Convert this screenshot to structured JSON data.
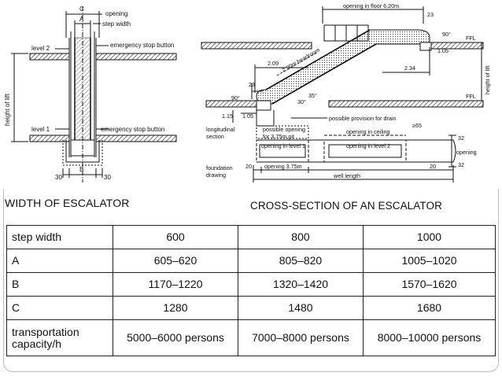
{
  "captions": {
    "left": "WIDTH OF ESCALATOR",
    "right": "CROSS-SECTION OF AN ESCALATOR"
  },
  "plan_drawing": {
    "labels": {
      "c": "C",
      "a": "A",
      "b": "B",
      "opening": "opening",
      "step_width": "step width",
      "level2": "level 2",
      "level1": "level 1",
      "emergency_top": "emergency stop button",
      "emergency_bottom": "emergency stop button",
      "height_of_lift": "height of lift",
      "dim_30_left": "30",
      "dim_30_right": "30"
    }
  },
  "section_drawing": {
    "labels": {
      "opening_in_floor": "opening in floor 6.20m",
      "dim_23_top": "23",
      "angle_90_top": "90°",
      "ffl_top": "FFL",
      "dim_105_right": "1.05",
      "headroom": "2.30m headroom",
      "dim_209": "2.09",
      "dim_234": "2.34",
      "dim_23_left": "23",
      "angle_90_left": "90°",
      "angle_30": "30°",
      "angle_35": "35°",
      "ffl_bottom": "FFL",
      "height_of_lift": "height of lift",
      "dim_115": "1.15",
      "dim_105_left": "1.05",
      "drain": "possible provision for drain",
      "longitudinal": "longitudinal",
      "section": "section",
      "possible_opening": "possible opening",
      "for_pit": "for 3.75m pit",
      "opening_ceiling": "opening in ceiling",
      "dim_265": "≥65",
      "opening_level1": "opening in level 1",
      "opening_level2": "opening in level 2",
      "dim_32_top": "32",
      "opening": "opening",
      "dim_32_bottom": "32",
      "foundation": "foundation",
      "drawing": "drawing",
      "dim_20_left": "20",
      "opening_375": "opening 3.75m",
      "dim_20_right": "20",
      "well_length": "well length"
    }
  },
  "table": {
    "rows": [
      {
        "label": "step width",
        "values": [
          "600",
          "800",
          "1000"
        ]
      },
      {
        "label": "A",
        "values": [
          "605–620",
          "805–820",
          "1005–1020"
        ]
      },
      {
        "label": "B",
        "values": [
          "1170–1220",
          "1320–1420",
          "1570–1620"
        ]
      },
      {
        "label": "C",
        "values": [
          "1280",
          "1480",
          "1680"
        ]
      },
      {
        "label": "transportation capacity/h",
        "values": [
          "5000–6000 persons",
          "7000–8000 persons",
          "8000–10000 persons"
        ]
      }
    ]
  }
}
